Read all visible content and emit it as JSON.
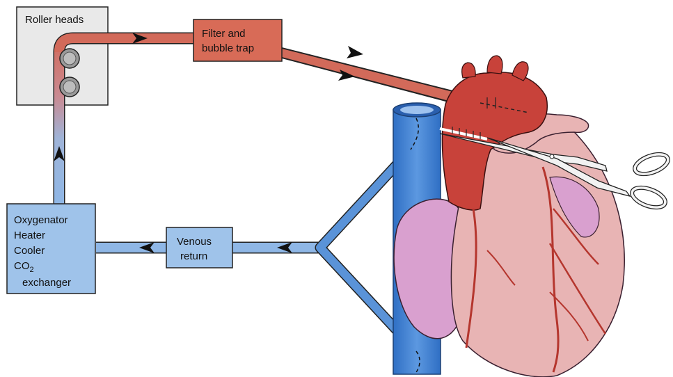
{
  "labels": {
    "roller_heads": "Roller heads",
    "filter_line1": "Filter and",
    "filter_line2": "bubble trap",
    "oxygenator": "Oxygenator",
    "heater": "Heater",
    "cooler": "Cooler",
    "co2_main": "CO",
    "co2_sub": "2",
    "exchanger": "exchanger",
    "venous_line1": "Venous",
    "venous_line2": "return"
  },
  "colors": {
    "arterial": "#d26a5a",
    "venous": "#8fb7e6",
    "heart_pink": "#e8b4b4",
    "aorta": "#c8423a",
    "atrium": "#d9a0cf",
    "vena_cava": "#3f7fd1",
    "roller_box": "#e9e9e9",
    "filter_box": "#d86b57",
    "oxygenator_box": "#9fc3ea"
  }
}
